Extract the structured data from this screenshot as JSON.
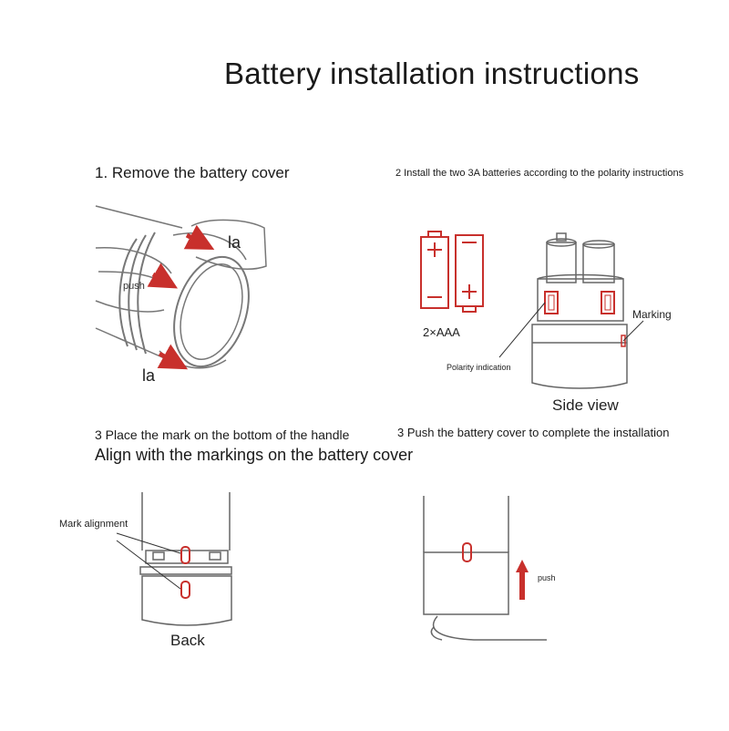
{
  "title": "Battery installation instructions",
  "steps": {
    "step1": "1. Remove the battery cover",
    "step2": "2 Install the two 3A batteries according to the polarity instructions",
    "step3_line1": "3 Place the mark on the bottom of the handle",
    "step3_line2": "Align with the markings on the battery cover",
    "step4": "3 Push the battery cover to complete the installation"
  },
  "labels": {
    "la_top": "la",
    "push1": "push",
    "la_bottom": "la",
    "battery_count": "2×AAA",
    "marking": "Marking",
    "polarity": "Polarity indication",
    "side_view": "Side view",
    "mark_alignment": "Mark alignment",
    "back": "Back",
    "push2": "push"
  },
  "colors": {
    "accent": "#c8302c",
    "line": "#555555"
  }
}
